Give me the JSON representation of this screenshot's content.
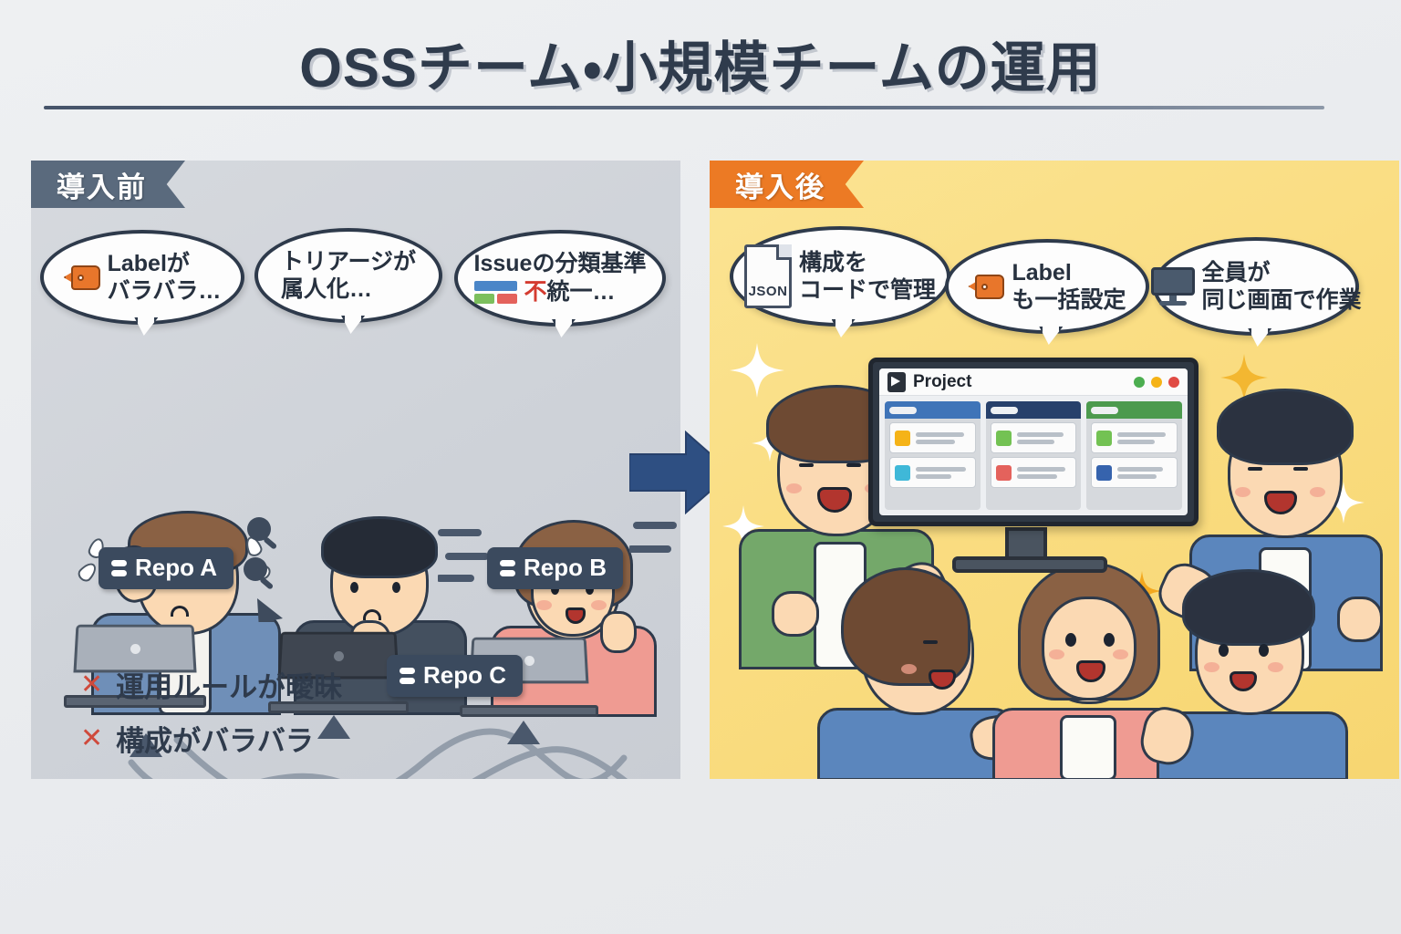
{
  "page": {
    "title": "OSSチーム・小規模チームの運用",
    "title_color": "#2f3b4c",
    "background_color": "#eceef0"
  },
  "before": {
    "badge_label": "導入前",
    "badge_color": "#5a6a7d",
    "panel_color": "#d2d6dc",
    "bubbles": [
      {
        "icon": "tag-icon",
        "line1": "Labelが",
        "line2": "バラバラ…"
      },
      {
        "icon": "none",
        "line1": "トリアージが",
        "line2": "属人化…"
      },
      {
        "icon": "label-chips-icon",
        "line1": "Issueの分類基準",
        "line2_red": "不",
        "line2": "統一…"
      }
    ],
    "repo_tags": [
      "Repo A",
      "Repo B",
      "Repo C"
    ],
    "problems": [
      {
        "mark": "✕",
        "text": "運用ルールが曖昧"
      },
      {
        "mark": "✕",
        "text": "構成がバラバラ"
      }
    ],
    "problem_mark_color": "#cf4a3c"
  },
  "arrow": {
    "name": "transition-arrow",
    "color": "#2e4f82",
    "direction": "right"
  },
  "after": {
    "badge_label": "導入後",
    "badge_color": "#ec7a24",
    "panel_color": "#fadd82",
    "bubbles": [
      {
        "icon": "json-file-icon",
        "icon_label": "JSON",
        "line1": "構成を",
        "line2": "コードで管理"
      },
      {
        "icon": "tag-icon",
        "line1": "Label",
        "line2": "も一括設定"
      },
      {
        "icon": "monitor-icon",
        "line1": "全員が",
        "line2": "同じ画面で作業"
      }
    ],
    "board": {
      "title": "Project",
      "window_dots": [
        "#4cae50",
        "#f5b317",
        "#e04b44"
      ],
      "columns": [
        {
          "header_color": "#3f74b8",
          "cards": [
            {
              "swatch": "#f5b317"
            },
            {
              "swatch": "#3fb8d8"
            }
          ]
        },
        {
          "header_color": "#27406b",
          "cards": [
            {
              "swatch": "#73c253"
            },
            {
              "swatch": "#e4625c"
            }
          ]
        },
        {
          "header_color": "#4c9a4e",
          "cards": [
            {
              "swatch": "#73c253"
            },
            {
              "swatch": "#3663ad"
            }
          ]
        }
      ]
    }
  }
}
